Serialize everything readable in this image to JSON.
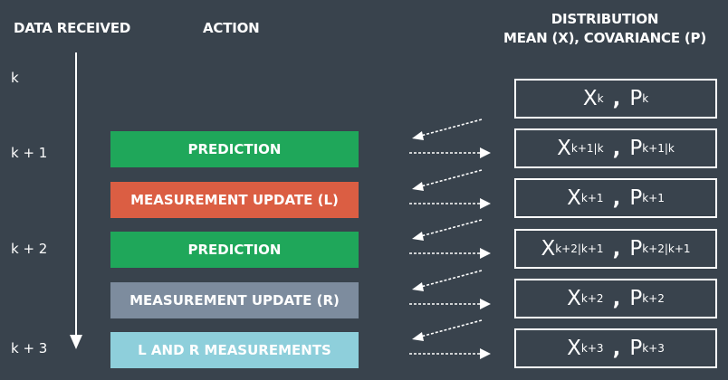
{
  "headers": {
    "data_received": "DATA RECEIVED",
    "action": "ACTION",
    "distribution_line1": "DISTRIBUTION",
    "distribution_line2": "MEAN (X), COVARIANCE (P)"
  },
  "time_labels": [
    "k",
    "k + 1",
    "k + 2",
    "k + 3"
  ],
  "actions": [
    {
      "label": "PREDICTION",
      "color": "#1fa75a"
    },
    {
      "label": "MEASUREMENT UPDATE (L)",
      "color": "#db5e43"
    },
    {
      "label": "PREDICTION",
      "color": "#1fa75a"
    },
    {
      "label": "MEASUREMENT UPDATE (R)",
      "color": "#7d8c9e"
    },
    {
      "label": "L AND R MEASUREMENTS",
      "color": "#8ecfdb"
    }
  ],
  "distributions": [
    {
      "x": "X",
      "x_sub": "k",
      "sep": ",",
      "p": "P",
      "p_sub": "k"
    },
    {
      "x": "X",
      "x_sub": "k+1|k",
      "sep": ",",
      "p": "P",
      "p_sub": "k+1|k"
    },
    {
      "x": "X",
      "x_sub": "k+1",
      "sep": ",",
      "p": "P",
      "p_sub": "k+1"
    },
    {
      "x": "X",
      "x_sub": "k+2|k+1",
      "sep": ",",
      "p": "P",
      "p_sub": "k+2|k+1"
    },
    {
      "x": "X",
      "x_sub": "k+2",
      "sep": ",",
      "p": "P",
      "p_sub": "k+2"
    },
    {
      "x": "X",
      "x_sub": "k+3",
      "sep": ",",
      "p": "P",
      "p_sub": "k+3"
    }
  ]
}
